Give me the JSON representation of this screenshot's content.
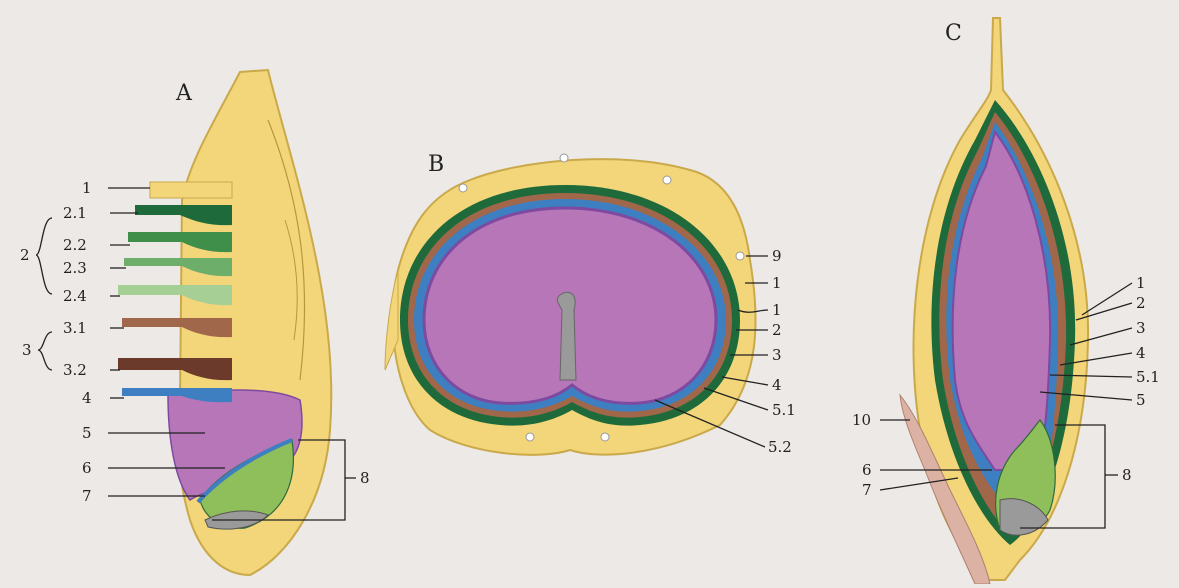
{
  "panels": {
    "a": "A",
    "b": "B",
    "c": "C"
  },
  "panel_a": {
    "labels": [
      "1",
      "2.1",
      "2.2",
      "2.3",
      "2.4",
      "3.1",
      "3.2",
      "4",
      "5",
      "6",
      "7",
      "8"
    ],
    "group_labels": [
      "2",
      "3"
    ]
  },
  "panel_b": {
    "labels": [
      "9",
      "1",
      "1",
      "2",
      "3",
      "4",
      "5.1",
      "5.2"
    ]
  },
  "panel_c": {
    "labels": [
      "1",
      "2",
      "3",
      "4",
      "5.1",
      "5",
      "10",
      "6",
      "7",
      "8"
    ]
  },
  "colors": {
    "husk": "#f3d67a",
    "husk_edge": "#c9a94a",
    "pericarp_outer": "#1f6a3a",
    "pericarp_mid": "#3f8f4a",
    "pericarp_light": "#6cae6a",
    "pericarp_pale": "#a6cf95",
    "seed_coat": "#a0674a",
    "seed_coat_dark": "#6b3a2a",
    "aleurone": "#3d7fc1",
    "endosperm": "#b776b8",
    "endosperm_edge": "#7d4aa0",
    "embryo": "#8fbf5a",
    "background": "#ece9e6"
  }
}
